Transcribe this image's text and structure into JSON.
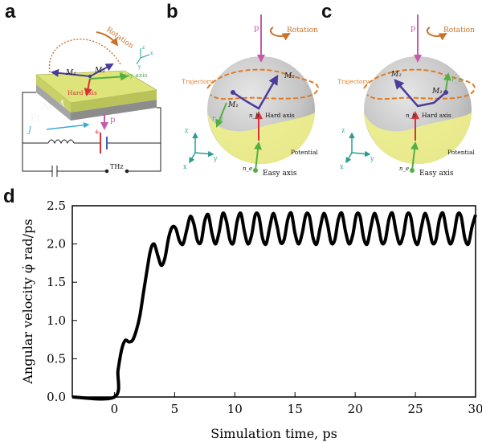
{
  "panels": {
    "a": {
      "label": "a",
      "text": {
        "rotation": "Rotation",
        "m1": "M₁",
        "m2": "M₂",
        "easy_axis": "Easy axis",
        "hard_axis": "Hard axis",
        "afm": "AFM",
        "pt": "Pt",
        "j": "J",
        "p": "p",
        "plus": "+",
        "thz": "THz",
        "axis_x": "x",
        "axis_y": "y",
        "axis_z": "z"
      }
    },
    "b": {
      "label": "b",
      "text": {
        "p": "p",
        "rotation": "Rotation",
        "trajectory": "Trajectory",
        "m1": "M₁",
        "m2": "M₂",
        "ra": "r_a",
        "nh": "n_h",
        "hard_axis": "Hard axis",
        "potential": "Potential",
        "ne": "n_e",
        "easy_axis": "Easy axis",
        "axis_x": "x",
        "axis_y": "y",
        "axis_z": "z"
      }
    },
    "c": {
      "label": "c",
      "text": {
        "p": "p",
        "rotation": "Rotation",
        "trajectory": "Trajectory",
        "m1": "M₁",
        "m2": "M₂",
        "ra": "r_a",
        "nh": "n_h",
        "hard_axis": "Hard axis",
        "potential": "Potential",
        "ne": "n_e",
        "easy_axis": "Easy axis",
        "axis_x": "x",
        "axis_y": "y",
        "axis_z": "z"
      }
    },
    "d": {
      "label": "d"
    }
  },
  "colors": {
    "afm_top": "#dde57a",
    "afm_side": "#b9c35a",
    "pt": "#8c8c8c",
    "sphere": "#c8c8c8",
    "potential": "#eef08a",
    "trajectory": "#e07b25",
    "rotation": "#c8722a",
    "p_arrow": "#c75aa8",
    "m_arrow": "#4b3b9a",
    "easy": "#52b043",
    "hard": "#d9323a",
    "axis_teal": "#2a9d8f"
  },
  "chart_data": {
    "type": "line",
    "xlabel": "Simulation time, ps",
    "ylabel": "Angular velocity φ̇ rad/ps",
    "xlim": [
      -3.5,
      30
    ],
    "ylim": [
      0,
      2.5
    ],
    "xticks": [
      0,
      5,
      10,
      15,
      20,
      25,
      30
    ],
    "yticks": [
      0.0,
      0.5,
      1.0,
      1.5,
      2.0,
      2.5
    ],
    "xtick_labels": [
      "0",
      "5",
      "10",
      "15",
      "20",
      "25",
      "30"
    ],
    "ytick_labels": [
      "0.0",
      "0.5",
      "1.0",
      "1.5",
      "2.0",
      "2.5"
    ],
    "grid": false,
    "series": [
      {
        "x": [
          -3.5,
          0,
          0.3,
          0.6,
          0.9,
          1.2,
          1.5,
          1.8,
          2.1,
          2.4,
          2.7,
          3.0,
          3.3,
          3.6,
          3.9,
          4.2,
          4.5,
          4.8,
          5.1,
          5.4,
          5.7,
          6.0,
          6.3,
          6.6,
          6.9,
          7.2,
          7.5,
          7.8,
          8.1,
          8.4,
          8.7,
          9.0,
          9.3,
          9.6,
          9.9,
          10.2,
          10.5,
          10.8,
          11.1,
          11.4,
          11.7,
          12.0,
          12.3,
          12.6,
          12.9,
          13.2,
          13.5,
          13.8,
          14.1,
          14.4,
          14.7,
          15.0,
          15.3,
          15.6,
          15.9,
          16.2,
          16.5,
          16.8,
          17.1,
          17.4,
          17.7,
          18.0,
          18.3,
          18.6,
          18.9,
          19.2,
          19.5,
          19.8,
          20.1,
          20.4,
          20.7,
          21.0,
          21.3,
          21.6,
          21.9,
          22.2,
          22.5,
          22.8,
          23.1,
          23.4,
          23.7,
          24.0,
          24.3,
          24.6,
          24.9,
          25.2,
          25.5,
          25.8,
          26.1,
          26.4,
          26.7,
          27.0,
          27.3,
          27.6,
          27.9,
          28.2,
          28.5,
          28.8,
          29.1,
          29.4,
          29.7,
          30.0
        ],
        "values": [
          0.0,
          0.0,
          0.35,
          0.62,
          0.74,
          0.72,
          0.74,
          0.86,
          1.05,
          1.35,
          1.65,
          1.92,
          2.0,
          1.85,
          1.72,
          1.82,
          2.08,
          2.22,
          2.2,
          2.04,
          2.0,
          2.18,
          2.36,
          2.26,
          2.04,
          2.03,
          2.3,
          2.38,
          2.14,
          2.0,
          2.16,
          2.4,
          2.3,
          2.05,
          2.02,
          2.3,
          2.4,
          2.16,
          2.0,
          2.12,
          2.38,
          2.36,
          2.08,
          2.0,
          2.22,
          2.4,
          2.24,
          2.02,
          2.06,
          2.32,
          2.4,
          2.14,
          2.0,
          2.14,
          2.38,
          2.36,
          2.08,
          2.0,
          2.22,
          2.4,
          2.26,
          2.02,
          2.05,
          2.32,
          2.4,
          2.16,
          2.0,
          2.12,
          2.38,
          2.36,
          2.08,
          2.0,
          2.22,
          2.4,
          2.26,
          2.02,
          2.05,
          2.32,
          2.4,
          2.16,
          2.0,
          2.12,
          2.38,
          2.36,
          2.08,
          2.0,
          2.22,
          2.4,
          2.26,
          2.02,
          2.05,
          2.32,
          2.4,
          2.16,
          2.0,
          2.12,
          2.38,
          2.36,
          2.08,
          2.0,
          2.22,
          2.38
        ]
      }
    ]
  }
}
